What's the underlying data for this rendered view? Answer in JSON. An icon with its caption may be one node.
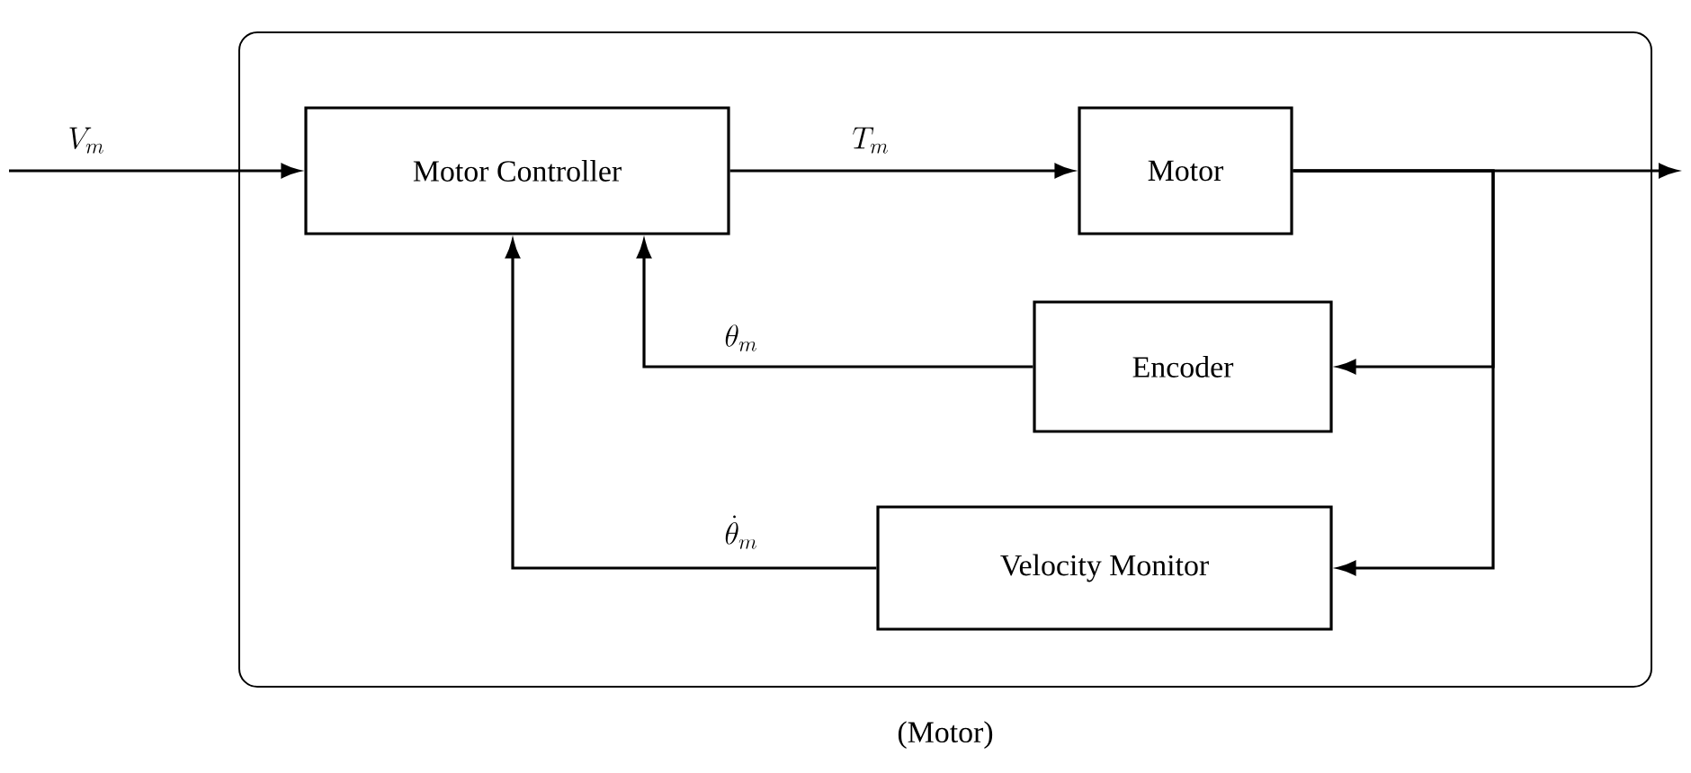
{
  "diagram": {
    "nodes": [
      {
        "text": [
          "(Motor)"
        ]
      },
      {
        "text": [
          "Motor Controller"
        ],
        "in": 0
      },
      {
        "text": [
          "Motor"
        ],
        "in": 0
      },
      {
        "text": [
          "Encoder"
        ],
        "in": 0
      },
      {
        "text": [
          "Velocity Monitor"
        ],
        "in": 0
      }
    ],
    "edges": [
      {
        "from": null,
        "to": 1,
        "arrow": "to",
        "label": "V_m"
      },
      {
        "from": 1,
        "to": 2,
        "arrow": "to",
        "label": "T_m"
      },
      {
        "from": 2,
        "to": null,
        "arrow": "to"
      },
      {
        "from": 2,
        "to": 3,
        "arrow": "to"
      },
      {
        "from": 2,
        "to": 4,
        "arrow": "to"
      },
      {
        "from": 3,
        "to": 1,
        "arrow": "to",
        "label": "\\theta_m"
      },
      {
        "from": 4,
        "to": 1,
        "arrow": "to",
        "label": "\\dot{\\theta}_m"
      }
    ]
  }
}
